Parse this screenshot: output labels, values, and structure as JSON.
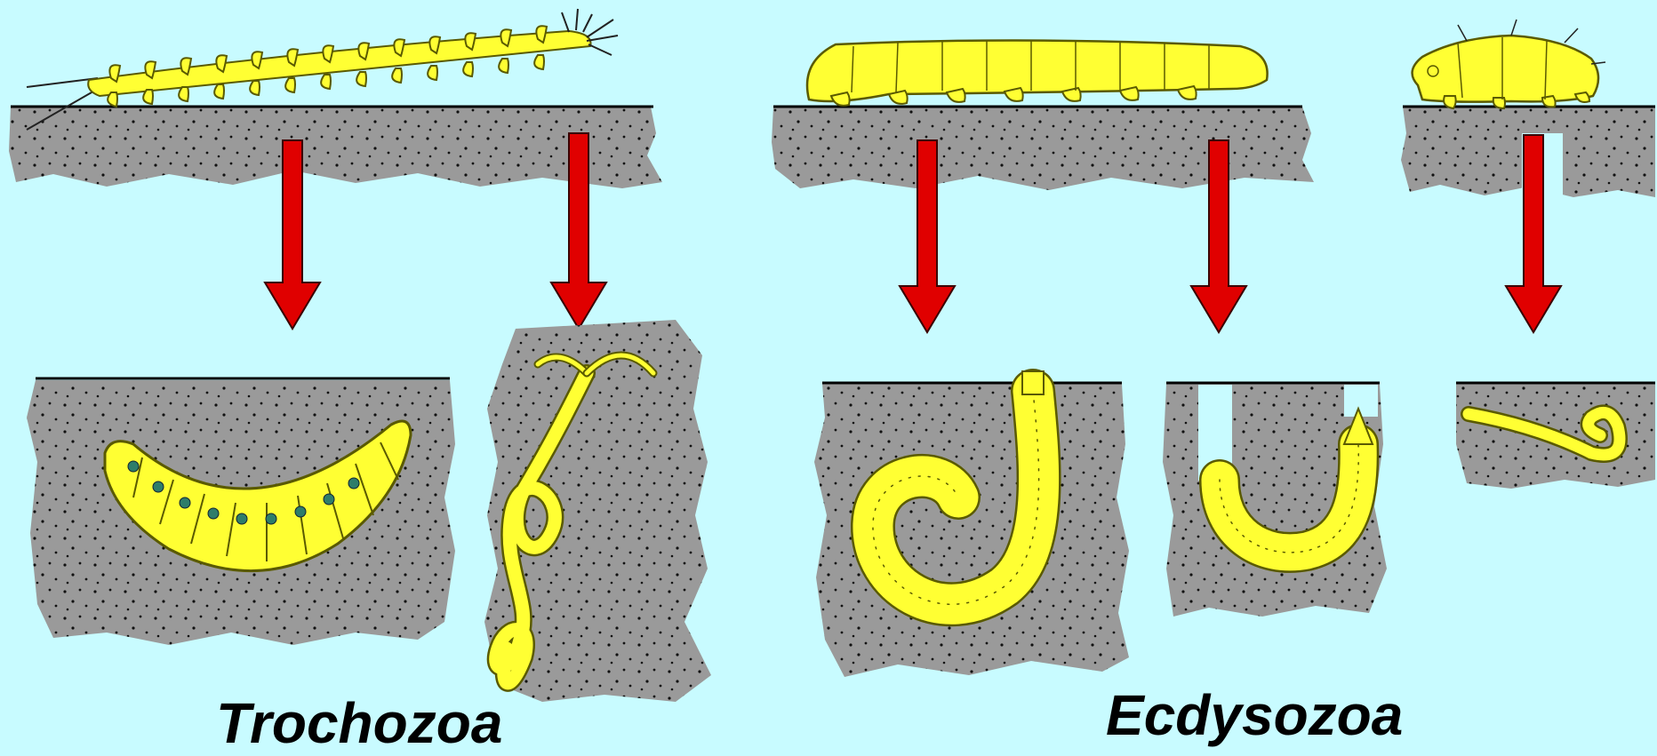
{
  "labels": {
    "left": "Trochozoa",
    "right": "Ecdysozoa"
  },
  "colors": {
    "background": "#c8fbff",
    "sediment": "#9a9a9a",
    "sediment_dots": "#111111",
    "animal_fill": "#ffff33",
    "animal_outline": "#5a5a00",
    "arrow": "#e00000",
    "arrow_outline": "#3a0000",
    "ground_line": "#000000",
    "spots": "#2e7d6a"
  },
  "icons": {
    "animals": [
      "polychaete-worm",
      "segmented-lobopod",
      "tardigrade",
      "echiuran-worm",
      "sipunculan-worm",
      "priapulid-worm",
      "kinorhynch-like-worm",
      "nematode-worm"
    ],
    "arrows": [
      "arrow-down"
    ]
  }
}
